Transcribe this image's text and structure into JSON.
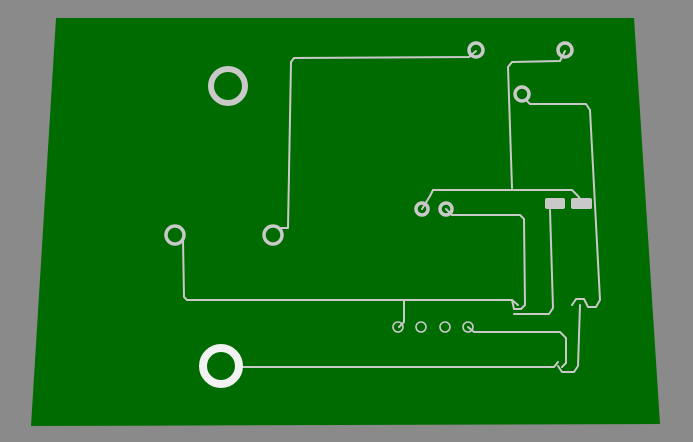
{
  "colors": {
    "background": "#8a8a8a",
    "board": "#006b00",
    "copper": "#c9c9c9"
  },
  "components": {
    "mounting_hole": "mounting-hole",
    "pads": "through-hole-pads",
    "smd_pads": "smd-pads",
    "traces": "copper-traces"
  }
}
